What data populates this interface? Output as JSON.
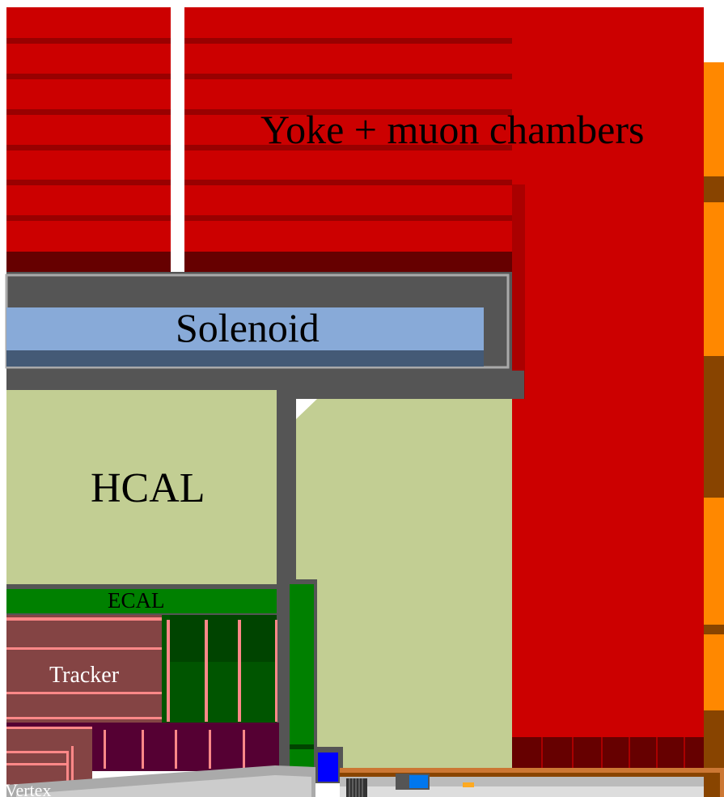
{
  "labels": {
    "yoke": "Yoke + muon chambers",
    "solenoid": "Solenoid",
    "hcal": "HCAL",
    "ecal": "ECAL",
    "tracker": "Tracker",
    "vertex": "Vertex"
  },
  "colors": {
    "yoke_red": "#cc0000",
    "yoke_dark_stripe": "#990000",
    "yoke_base": "#660000",
    "solenoid_blue": "#88aad8",
    "solenoid_dark": "#445a76",
    "cryostat_grey": "#555555",
    "cryostat_border": "#aaaaaa",
    "hcal_green": "#c2ce93",
    "ecal_green": "#008000",
    "ecal_endcap_dark": "#005500",
    "tracker_brown": "#844444",
    "tracker_pink": "#ff8888",
    "vertex_maroon": "#550033",
    "orange": "#ff8800",
    "orange_dark": "#884400",
    "beampipe_grey": "#aaaaaa",
    "lumical_blue": "#0000ff"
  }
}
